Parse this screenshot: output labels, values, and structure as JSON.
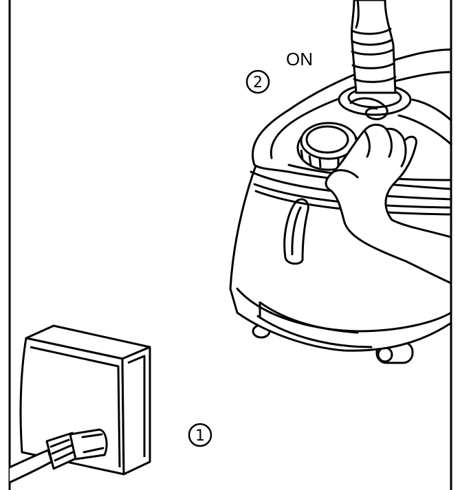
{
  "steps": [
    {
      "number": "1"
    },
    {
      "number": "2",
      "label": "ON"
    }
  ],
  "colors": {
    "line": "#000000",
    "background": "#ffffff"
  },
  "icons": [
    "wall-socket-icon",
    "power-plug-icon",
    "garment-steamer-icon",
    "hand-icon",
    "power-knob-icon"
  ]
}
